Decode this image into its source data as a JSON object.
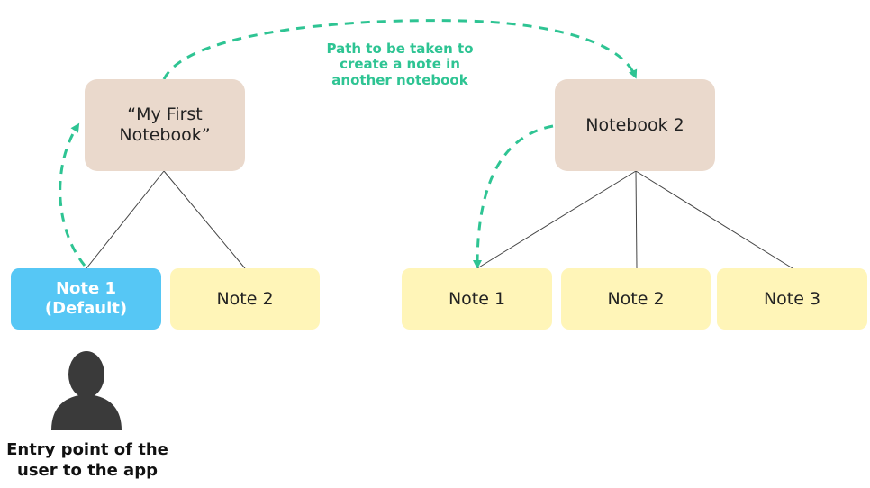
{
  "notebooks": {
    "first": {
      "label": "“My First Notebook”"
    },
    "second": {
      "label": "Notebook 2"
    }
  },
  "notebook1_notes": [
    {
      "label": "Note 1 (Default)"
    },
    {
      "label": "Note 2"
    }
  ],
  "notebook2_notes": [
    {
      "label": "Note 1"
    },
    {
      "label": "Note 2"
    },
    {
      "label": "Note 3"
    }
  ],
  "annotations": {
    "path": "Path to be taken to create a note in another notebook",
    "entry": "Entry point of the user to the app"
  },
  "icons": {
    "user": "user-silhouette-icon"
  },
  "colors": {
    "notebook": "#ead9cc",
    "note": "#fff5b8",
    "default_note": "#56c7f5",
    "path_arrow": "#2ec493"
  }
}
